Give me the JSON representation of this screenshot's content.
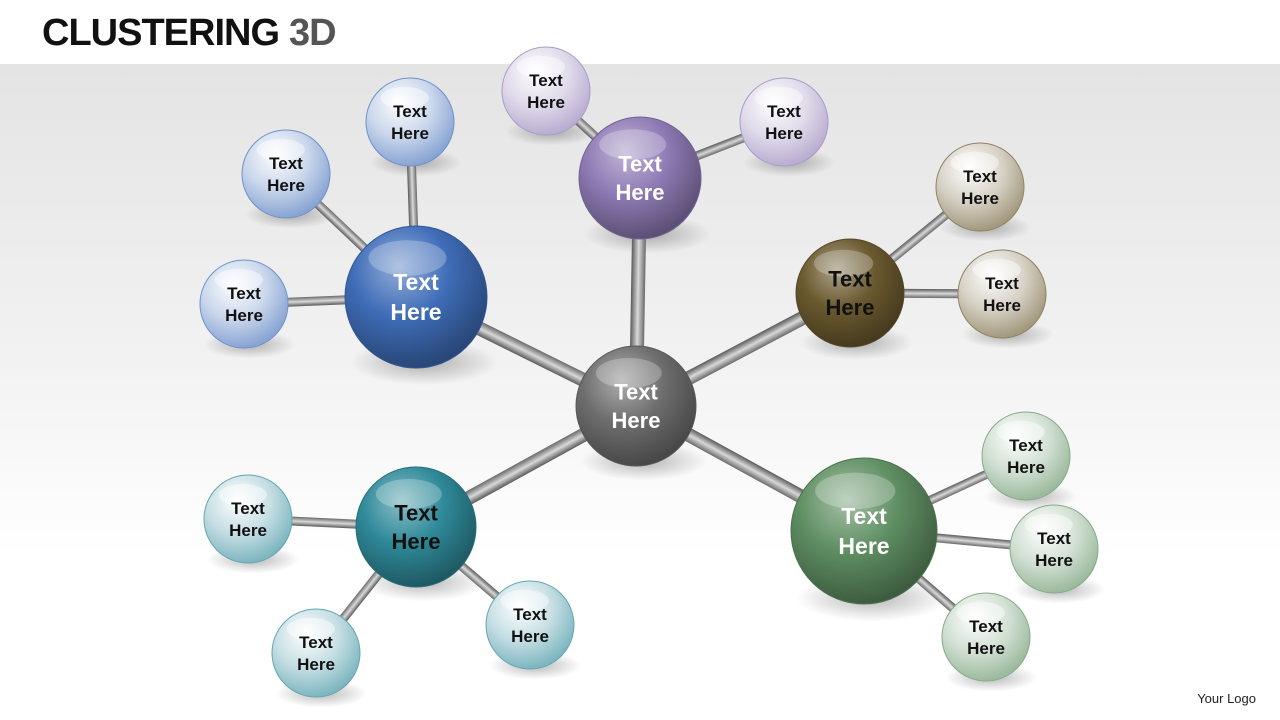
{
  "title": {
    "main": "CLUSTERING",
    "accent": "3D"
  },
  "logo": "Your Logo",
  "colors": {
    "center": "#6e6e6e",
    "blue": "#3f6db8",
    "purple": "#8f7bb5",
    "olive": "#6b5a2f",
    "teal": "#2f8a9a",
    "green": "#5f8f62"
  },
  "diagram": {
    "center": {
      "label": "Text Here",
      "lines": [
        "Text",
        "Here"
      ],
      "color": "center"
    },
    "clusters": [
      {
        "name": "blue",
        "color": "blue",
        "hub": {
          "lines": [
            "Text",
            "Here"
          ]
        },
        "satellites": [
          {
            "lines": [
              "Text",
              "Here"
            ]
          },
          {
            "lines": [
              "Text",
              "Here"
            ]
          },
          {
            "lines": [
              "Text",
              "Here"
            ]
          }
        ]
      },
      {
        "name": "purple",
        "color": "purple",
        "hub": {
          "lines": [
            "Text",
            "Here"
          ]
        },
        "satellites": [
          {
            "lines": [
              "Text",
              "Here"
            ]
          },
          {
            "lines": [
              "Text",
              "Here"
            ]
          }
        ]
      },
      {
        "name": "olive",
        "color": "olive",
        "hub": {
          "lines": [
            "Text",
            "Here"
          ]
        },
        "satellites": [
          {
            "lines": [
              "Text",
              "Here"
            ]
          },
          {
            "lines": [
              "Text",
              "Here"
            ]
          }
        ]
      },
      {
        "name": "teal",
        "color": "teal",
        "hub": {
          "lines": [
            "Text",
            "Here"
          ]
        },
        "satellites": [
          {
            "lines": [
              "Text",
              "Here"
            ]
          },
          {
            "lines": [
              "Text",
              "Here"
            ]
          },
          {
            "lines": [
              "Text",
              "Here"
            ]
          }
        ]
      },
      {
        "name": "green",
        "color": "green",
        "hub": {
          "lines": [
            "Text",
            "Here"
          ]
        },
        "satellites": [
          {
            "lines": [
              "Text",
              "Here"
            ]
          },
          {
            "lines": [
              "Text",
              "Here"
            ]
          },
          {
            "lines": [
              "Text",
              "Here"
            ]
          }
        ]
      }
    ]
  }
}
